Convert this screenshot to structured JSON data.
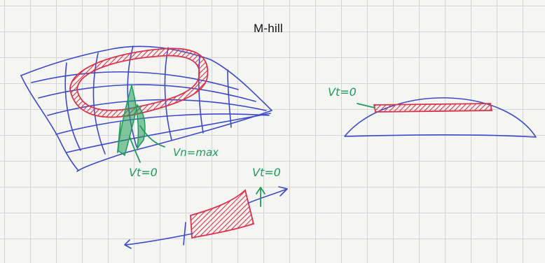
{
  "title": "M-hill",
  "labels": {
    "vn_max": "Vn=max",
    "vt_zero_left": "Vt=0",
    "vt_zero_right": "Vt=0",
    "vt_zero_bottom": "Vt=0"
  },
  "colors": {
    "paper": "#f5f5f3",
    "grid": "#d3d4d4",
    "blue_ink": "#3b4bc8",
    "red_ink": "#d8344a",
    "green_ink": "#1f9c5a"
  }
}
